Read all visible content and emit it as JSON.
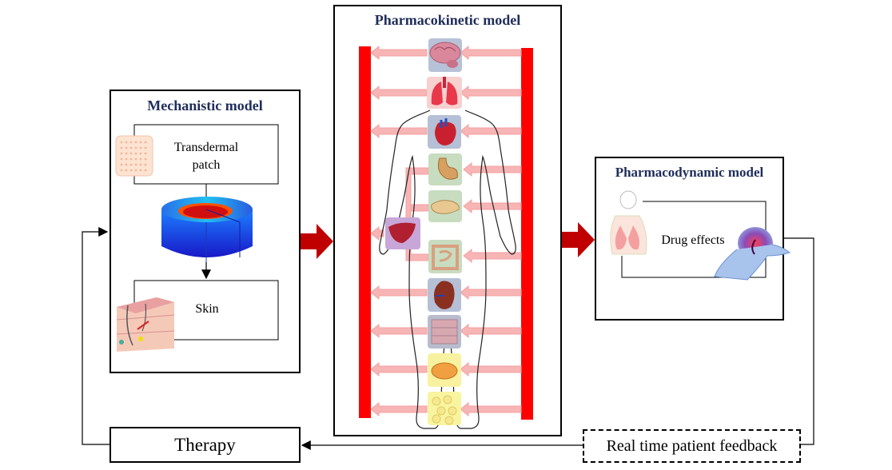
{
  "mechanistic": {
    "title": "Mechanistic model",
    "patch_label_1": "Transdermal",
    "patch_label_2": "patch",
    "skin_label": "Skin"
  },
  "pk": {
    "title": "Pharmacokinetic model"
  },
  "pd": {
    "title": "Pharmacodynamic model",
    "effects_label": "Drug effects"
  },
  "therapy": {
    "label": "Therapy"
  },
  "feedback": {
    "label": "Real time patient feedback"
  },
  "colors": {
    "title": "#1f2d5a",
    "blood": "#ff0000",
    "flow": "#f4b2b2",
    "big_arrow": "#c00000"
  }
}
